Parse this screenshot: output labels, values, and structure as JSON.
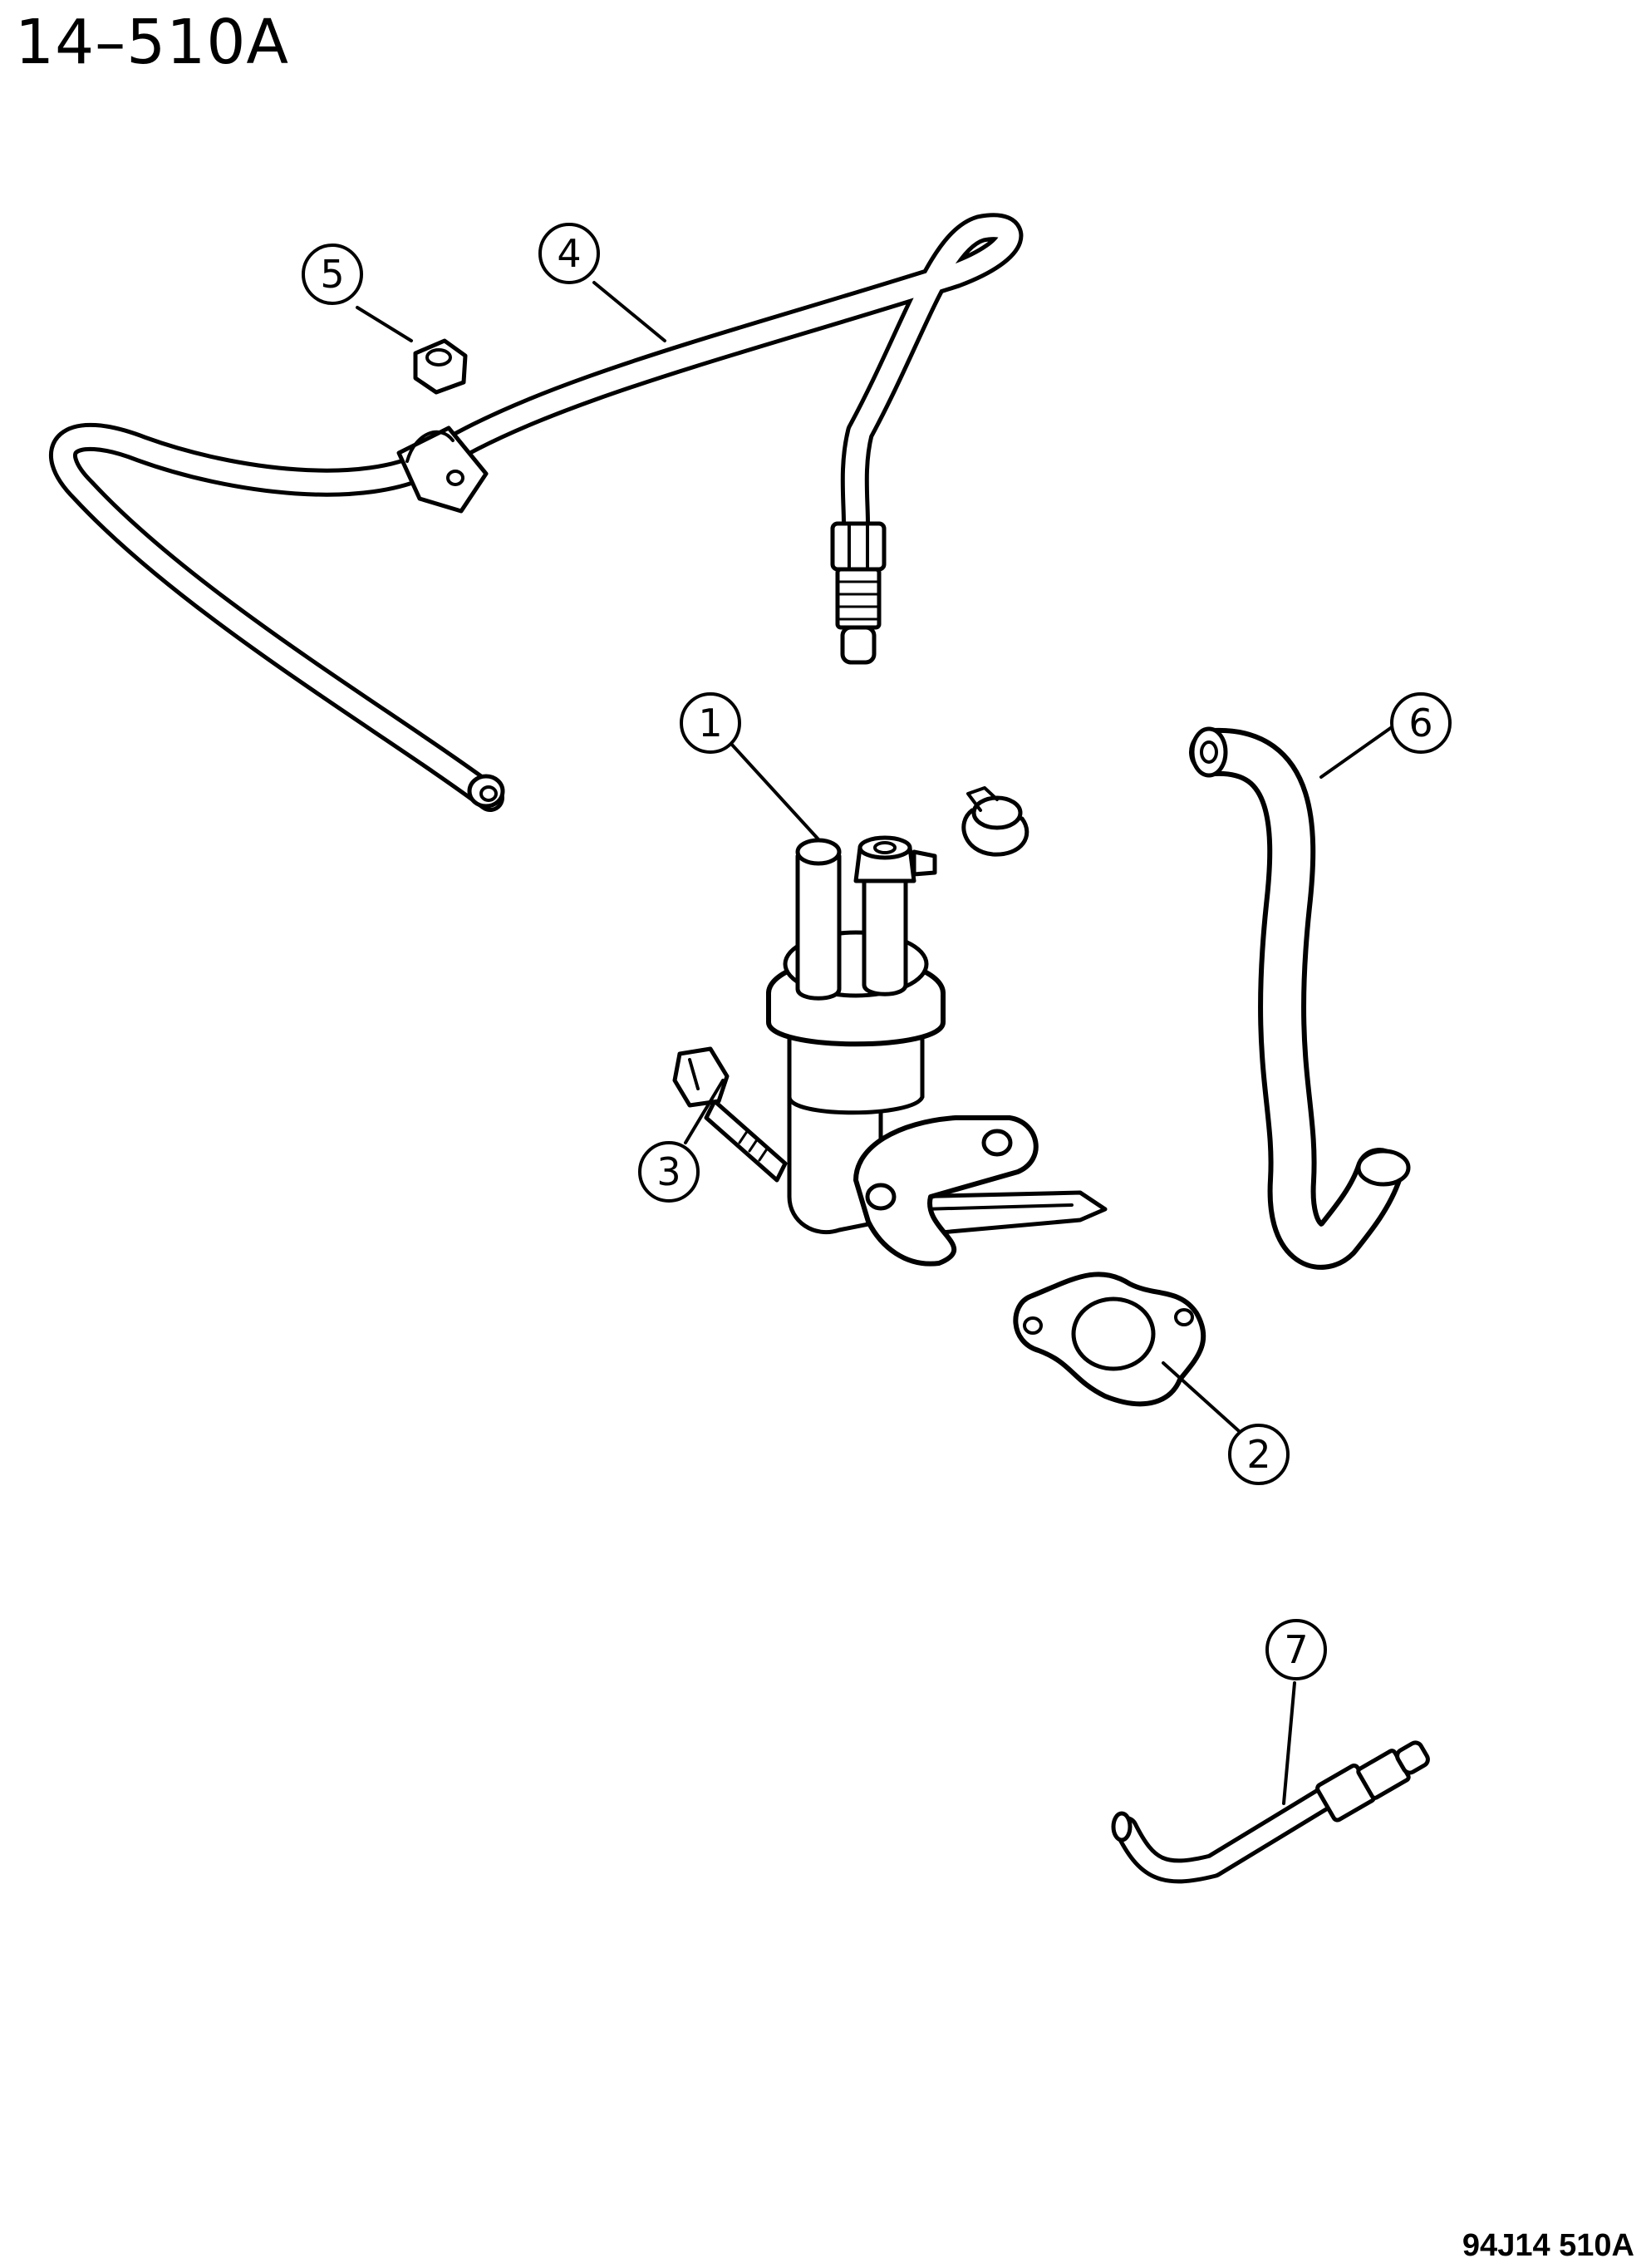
{
  "page_code": "14–510A",
  "figure_code": "94J14  510A",
  "callouts": [
    {
      "id": "1",
      "part": "fuel-pump"
    },
    {
      "id": "2",
      "part": "gasket"
    },
    {
      "id": "3",
      "part": "bolt"
    },
    {
      "id": "4",
      "part": "fuel-line"
    },
    {
      "id": "5",
      "part": "nut"
    },
    {
      "id": "6",
      "part": "hose"
    },
    {
      "id": "7",
      "part": "tube"
    }
  ]
}
